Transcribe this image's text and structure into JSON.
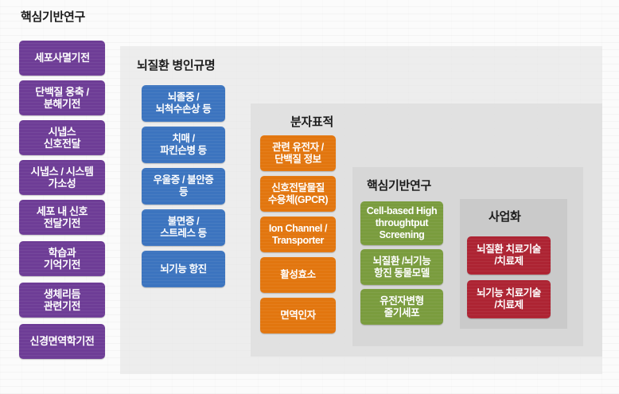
{
  "diagram": {
    "root_label": "핵심기반연구",
    "colors": {
      "purple": "#6e3d96",
      "blue": "#3c74bf",
      "orange": "#e2760f",
      "green": "#7a9c3e",
      "red": "#ad2433"
    }
  },
  "foundation_column": {
    "title": "핵심기반연구",
    "items": [
      {
        "label": "세포사멸기전"
      },
      {
        "label": "단백질 웅축 /\n분해기전"
      },
      {
        "label": "시냅스\n신호전달"
      },
      {
        "label": "시냅스 / 시스템\n가소성"
      },
      {
        "label": "세포 내 신호\n전달기전"
      },
      {
        "label": "학습과\n기억기전"
      },
      {
        "label": "생체리듬\n관련기전"
      },
      {
        "label": "신경면역학기전"
      }
    ]
  },
  "disease_panel": {
    "title": "뇌질환 병인규명",
    "items": [
      {
        "label": "뇌졸중 /\n뇌척수손상 등"
      },
      {
        "label": "치매 /\n파킨슨병 등"
      },
      {
        "label": "우울증 / 불안증\n등"
      },
      {
        "label": "불면증 /\n스트레스 등"
      },
      {
        "label": "뇌기능 항진"
      }
    ]
  },
  "molecular_panel": {
    "title": "분자표적",
    "items": [
      {
        "label": "관련 유전자 /\n단백질 정보"
      },
      {
        "label": "신호전달물질\n수용체(GPCR)"
      },
      {
        "label": "Ion Channel /\nTransporter"
      },
      {
        "label": "활성효소"
      },
      {
        "label": "면역인자"
      }
    ]
  },
  "core_panel": {
    "title": "핵심기반연구",
    "items": [
      {
        "label": "Cell-based High\nthroughtput\nScreening"
      },
      {
        "label": "뇌질환 /뇌기능\n항진 동물모델"
      },
      {
        "label": "유전자변형\n줄기세포"
      }
    ]
  },
  "commercialization_panel": {
    "title": "사업화",
    "items": [
      {
        "label": "뇌질환 치료기술\n/치료제"
      },
      {
        "label": "뇌기능 치료기술\n/치료제"
      }
    ]
  }
}
